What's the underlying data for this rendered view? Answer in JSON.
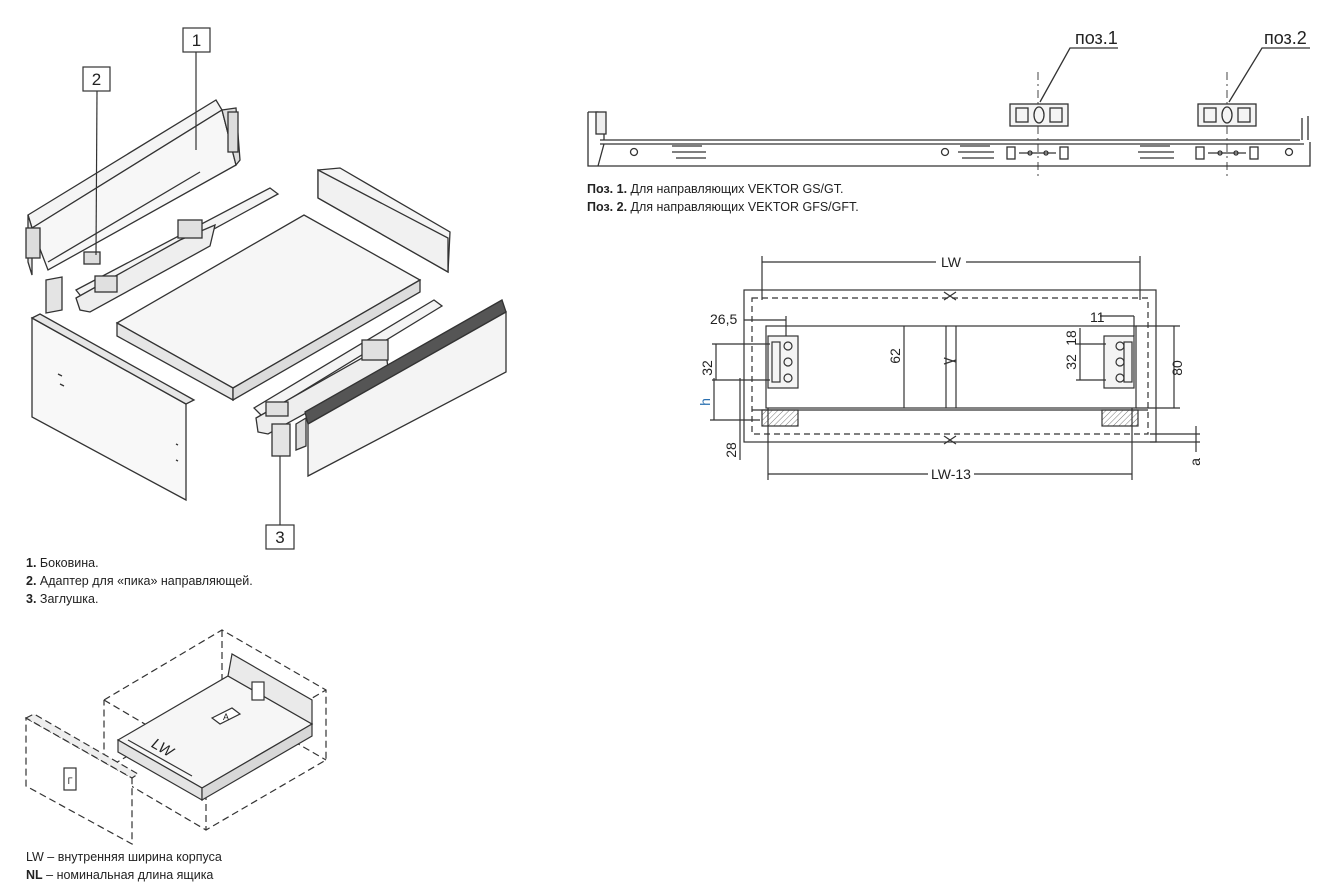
{
  "callouts": {
    "c1": "1",
    "c2": "2",
    "c3": "3"
  },
  "parts_legend": [
    {
      "num": "1.",
      "text": "Боковина."
    },
    {
      "num": "2.",
      "text": "Адаптер для «пика» направляющей."
    },
    {
      "num": "3.",
      "text": "Заглушка."
    }
  ],
  "rail": {
    "pos1_label": "поз.1",
    "pos2_label": "поз.2",
    "notes": [
      {
        "num": "Поз. 1.",
        "text": "Для направляющих VEKTOR GS/GT."
      },
      {
        "num": "Поз. 2.",
        "text": "Для направляющих VEKTOR GFS/GFT."
      }
    ]
  },
  "dims": {
    "lw": "LW",
    "d26_5": "26,5",
    "d32a": "32",
    "d62": "62",
    "dh": "h",
    "d28": "28",
    "d11": "11",
    "d18": "18",
    "d32b": "32",
    "d80": "80",
    "lw13": "LW-13",
    "da": "a"
  },
  "box": {
    "lw_label": "LW",
    "mark_a": "A",
    "mark_g": "Г"
  },
  "box_legend": [
    {
      "abbr": "LW",
      "text": " – внутренняя ширина корпуса"
    },
    {
      "abbr": "NL",
      "text": " – номинальная длина ящика"
    }
  ],
  "colors": {
    "line": "#333333",
    "accent_h": "#2a6fb0",
    "panel": "#f4f4f4"
  }
}
